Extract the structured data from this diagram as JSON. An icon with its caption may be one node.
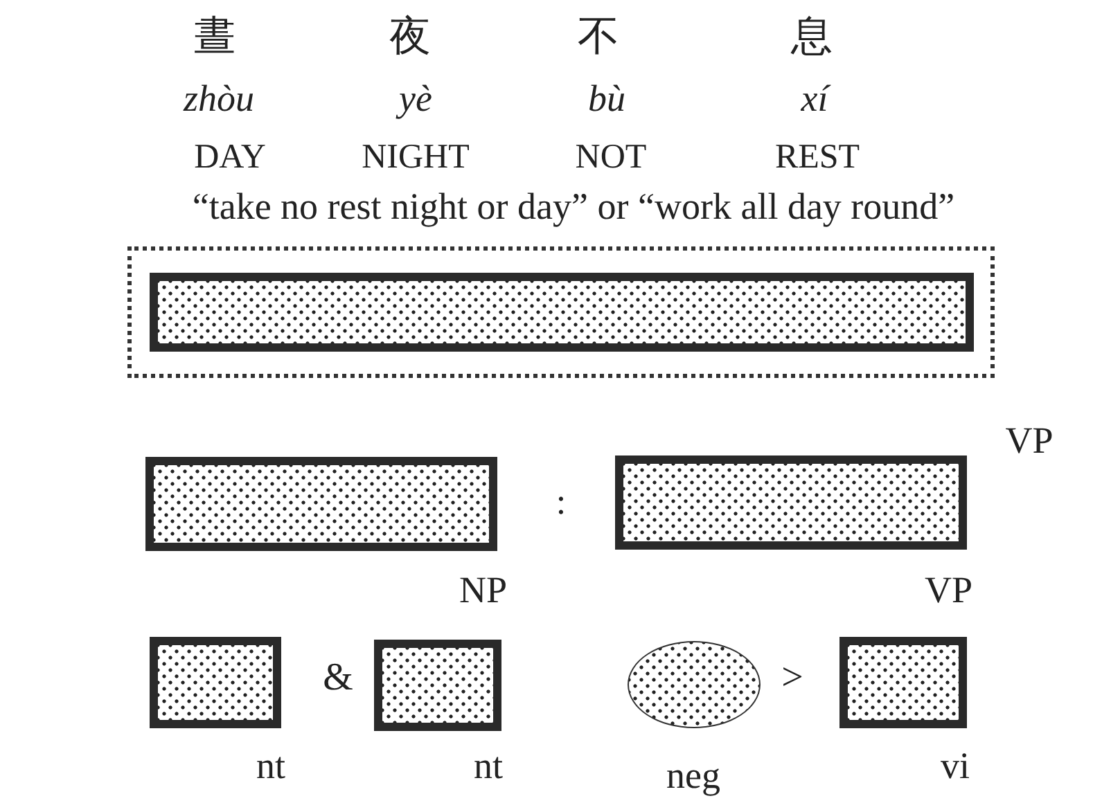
{
  "diagram": {
    "nodes": [
      {
        "text": [],
        "shape": "box"
      },
      {
        "text": [],
        "shape": "box",
        "in": 0
      },
      {
        "text": [],
        "shape": "box",
        "beside": [
          "NP"
        ]
      },
      {
        "text": [],
        "shape": "box",
        "beside": [
          "VP"
        ]
      },
      {
        "text": [],
        "shape": "box",
        "beside": [
          "nt"
        ]
      },
      {
        "text": [],
        "shape": "box",
        "beside": [
          "nt"
        ]
      },
      {
        "text": [],
        "shape": "ellipse",
        "beside": [
          "neg"
        ]
      },
      {
        "text": [],
        "shape": "box",
        "beside": [
          "vi"
        ]
      }
    ],
    "edges": [],
    "labels": [
      "晝",
      "夜",
      "不",
      "息",
      "zhòu",
      "yè",
      "bù",
      "xí",
      "DAY",
      "NIGHT",
      "NOT",
      "REST",
      "“take no rest night or day” or  “work all day round”",
      "VP",
      ":",
      "&",
      ">"
    ]
  }
}
